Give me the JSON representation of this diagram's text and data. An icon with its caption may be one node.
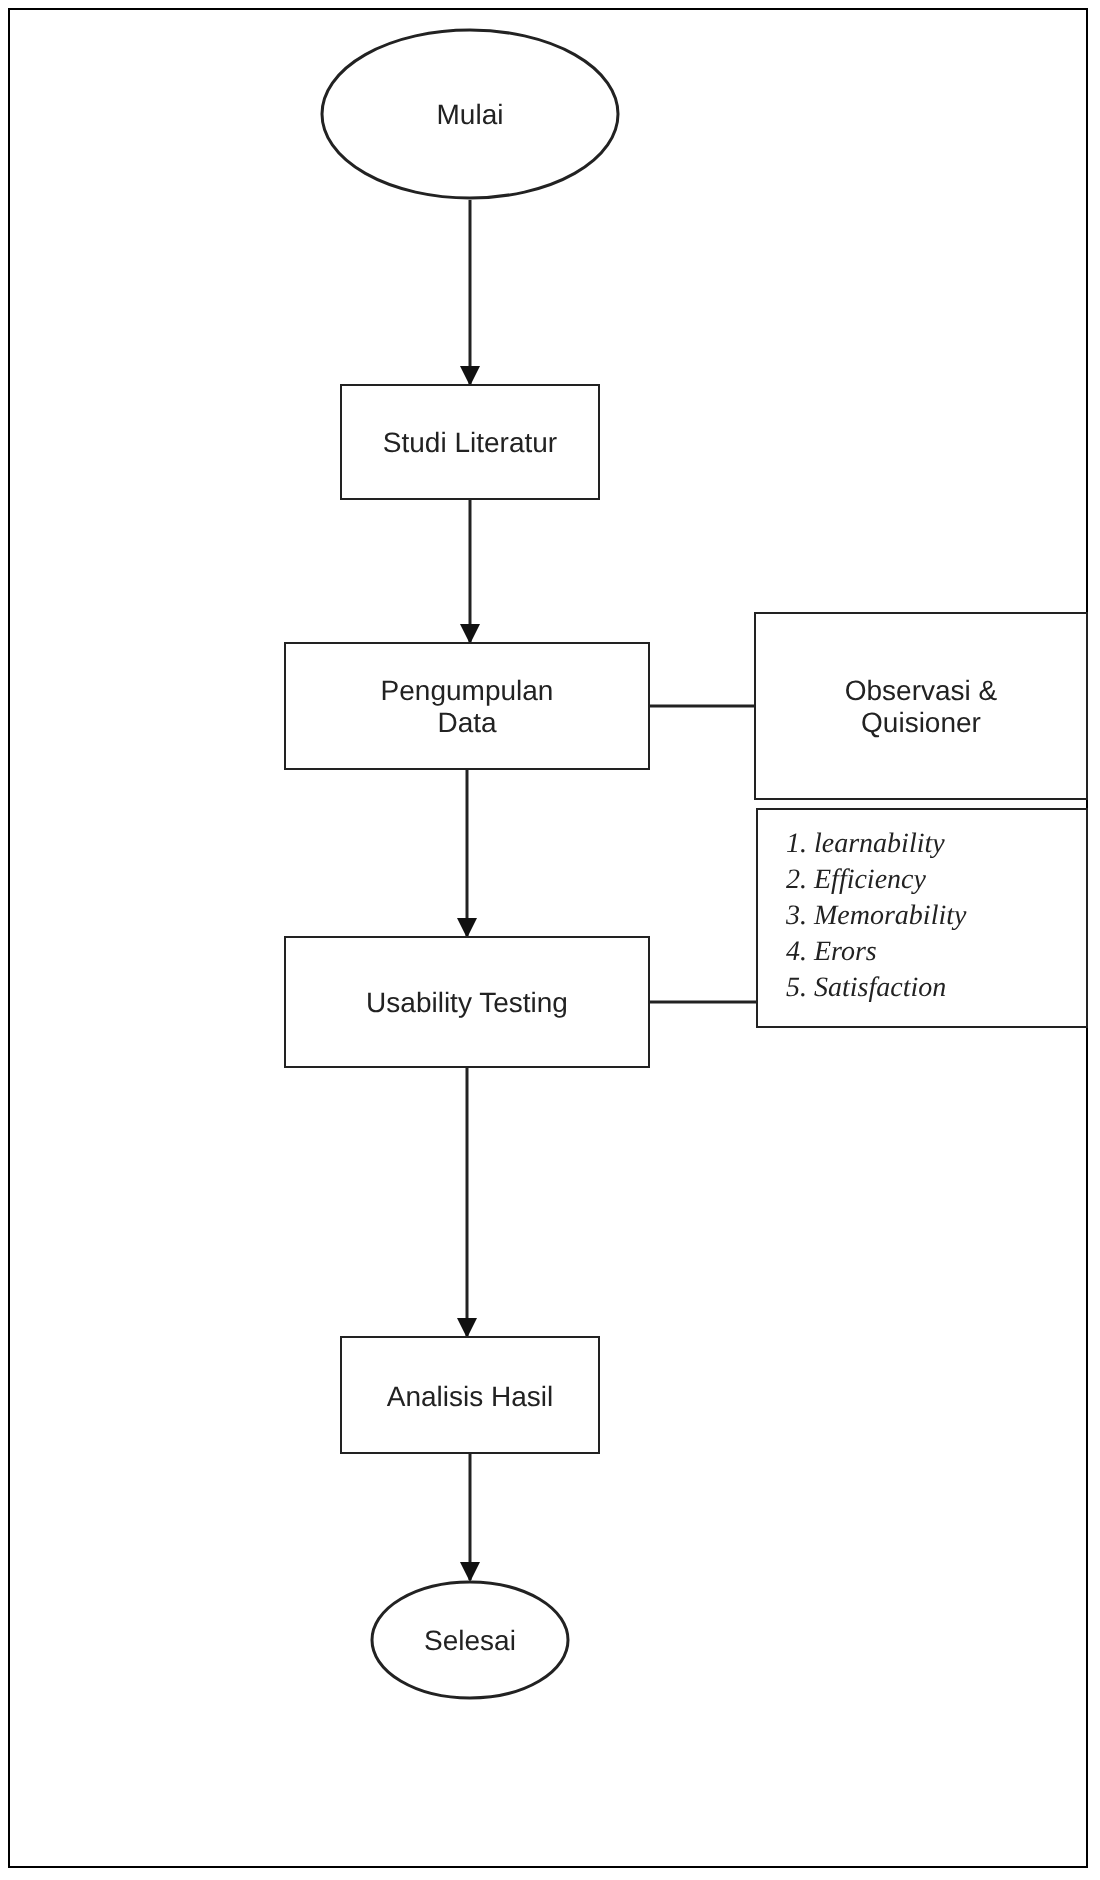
{
  "diagram": {
    "nodes": [
      {
        "text": [
          "Mulai"
        ]
      },
      {
        "text": [
          "Studi Literatur"
        ]
      },
      {
        "text": [
          "Pengumpulan Data"
        ]
      },
      {
        "text": [
          "Observasi & Quisioner"
        ]
      },
      {
        "text": [
          "Usability Testing"
        ]
      },
      {
        "text": [
          "1. learnability",
          "2. Efficiency",
          "3. Memorability",
          "4. Erors",
          "5. Satisfaction"
        ]
      },
      {
        "text": [
          "Analisis Hasil"
        ]
      },
      {
        "text": [
          "Selesai"
        ]
      }
    ],
    "edges": [
      {
        "from": 0,
        "to": 1,
        "arrow": "to"
      },
      {
        "from": 1,
        "to": 2,
        "arrow": "to"
      },
      {
        "from": 2,
        "to": 3,
        "arrow": "none"
      },
      {
        "from": 2,
        "to": 4,
        "arrow": "to"
      },
      {
        "from": 4,
        "to": 5,
        "arrow": "none"
      },
      {
        "from": 4,
        "to": 6,
        "arrow": "to"
      },
      {
        "from": 6,
        "to": 7,
        "arrow": "to"
      }
    ]
  }
}
